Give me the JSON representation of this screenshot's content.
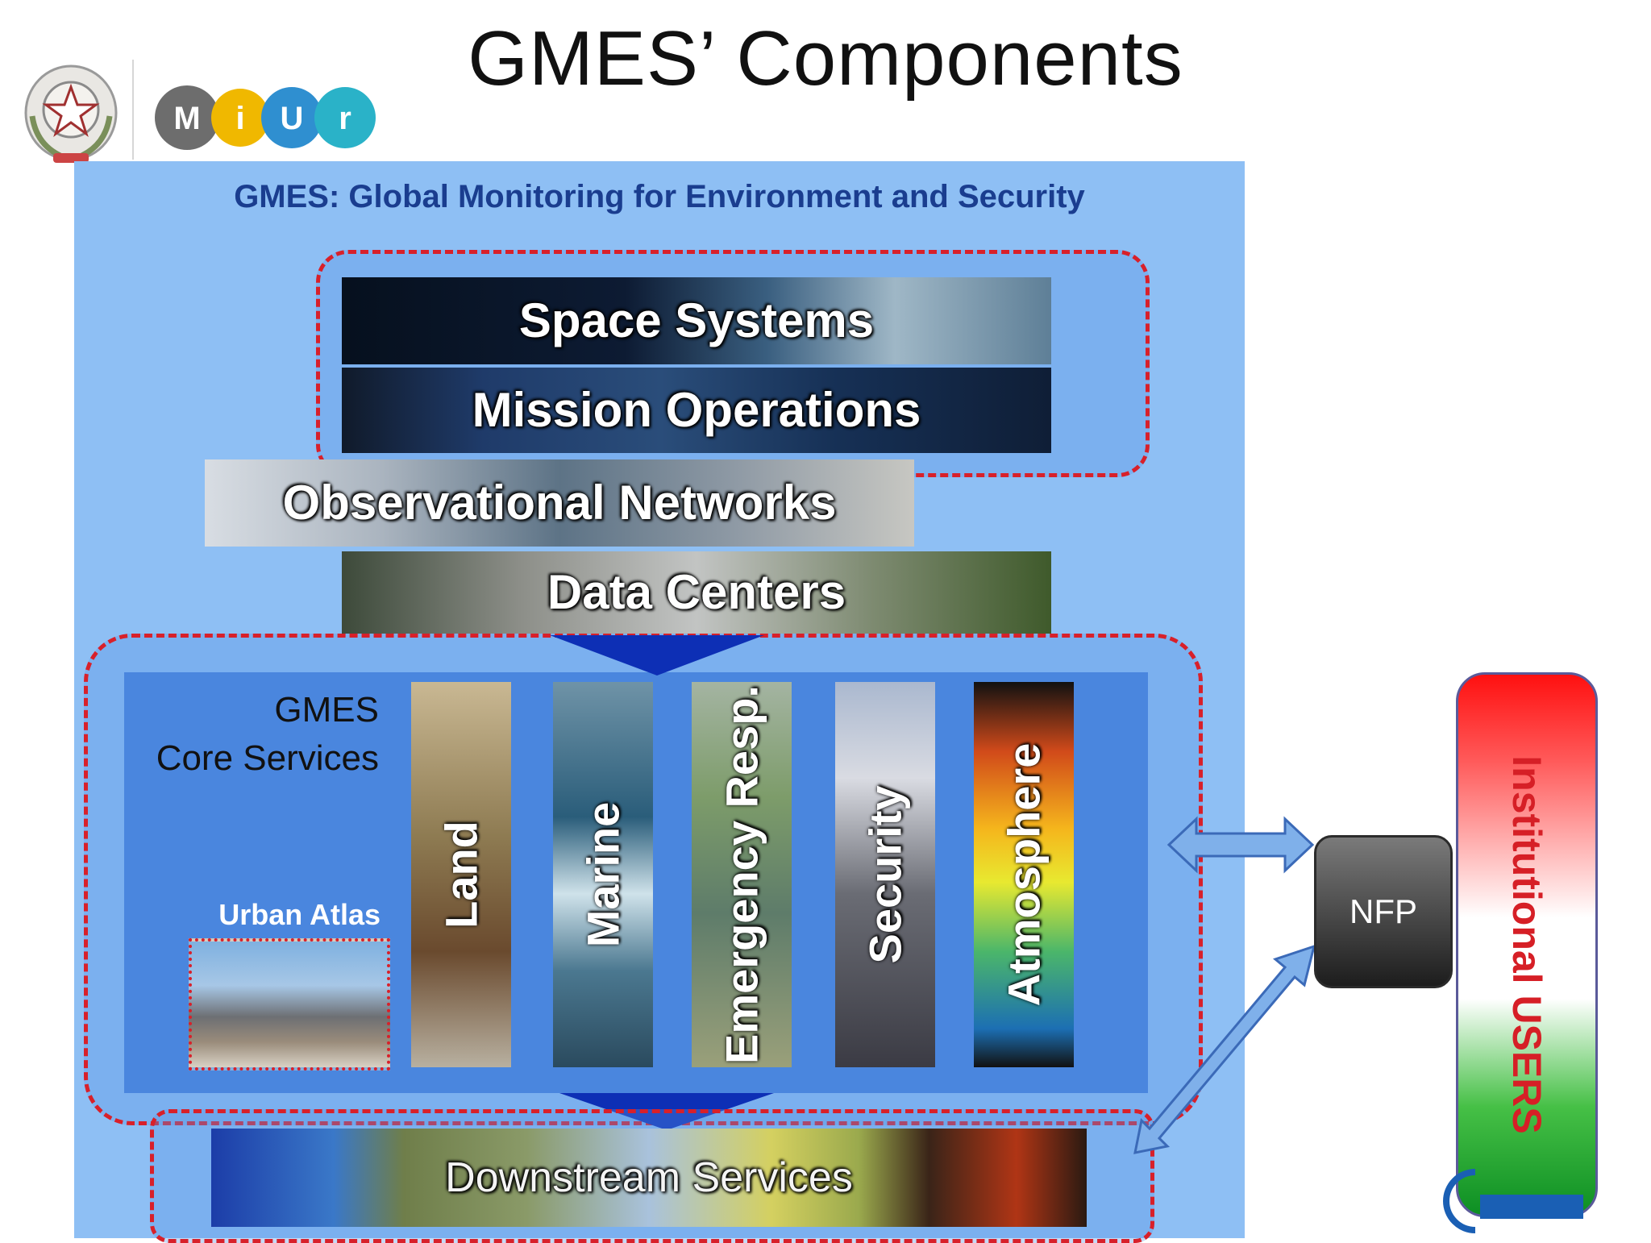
{
  "header": {
    "title": "GMES’ Components"
  },
  "diagram": {
    "subtitle": "GMES: Global Monitoring for Environment and Security",
    "upper_layers": [
      {
        "label": "Space Systems"
      },
      {
        "label": "Mission Operations"
      },
      {
        "label": "Observational Networks"
      },
      {
        "label": "Data Centers"
      }
    ],
    "core": {
      "title_line1": "GMES",
      "title_line2": "Core Services",
      "urban_atlas": "Urban Atlas",
      "services": [
        "Land",
        "Marine",
        "Emergency Resp.",
        "Security",
        "Atmosphere"
      ]
    },
    "downstream": "Downstream Services",
    "nfp": "NFP",
    "users": "Institutional USERS"
  }
}
